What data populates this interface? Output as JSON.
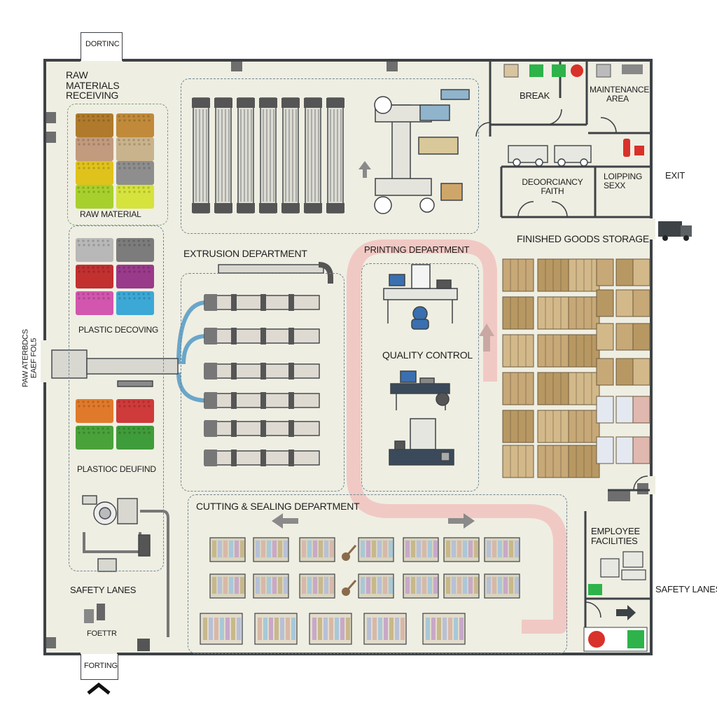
{
  "doors": {
    "top": "DORTINC",
    "bottom": "FORTING"
  },
  "exits": {
    "exit": "EXIT",
    "raw_side": "PAW ATERBDCS EAEF FOL5"
  },
  "zones": {
    "raw_receiving": "RAW MATERIALS RECEIVING",
    "raw_material": "RAW MATERIAL",
    "plastic_dec": "PLASTIC DECOVING",
    "plastic_bin": "PLASTIOC DEUFIND",
    "safety_left": "SAFETY LANES",
    "fire_exit": "FOETTR",
    "extrusion": "EXTRUSION DEPARTMENT",
    "printing": "PRINTING DEPARTMENT",
    "quality": "QUALITY CONTROL",
    "cutting": "CUTTING & SEALING DEPARTMENT",
    "break_room": "BREAK",
    "maintenance": "MAINTENANCE AREA",
    "dock": "DEOORCIANCY FAITH",
    "shipping": "LOIPPING SEXX",
    "finished": "FINISHED GOODS STORAGE",
    "employee": "EMPLOYEE FACILITIES",
    "safety_right": "SAFETY LANES"
  },
  "colors": {
    "floor": "#efeee2",
    "wall": "#3d4246",
    "flow_path": "#f1c9c4",
    "pipe": "#6aa6c9",
    "dashed": "#6f8796",
    "exit_green": "#2db34a",
    "fire_red": "#d8322a"
  },
  "material_swatches": {
    "raw": [
      "#b07a2c",
      "#c08a3a",
      "#c29a7e",
      "#c9b38c",
      "#e0c21c",
      "#8e8e8e",
      "#a8d02c",
      "#d6e33c"
    ],
    "plastic": [
      "#b8b8b8",
      "#7c7c7c",
      "#c23030",
      "#9a3a8a",
      "#d255ae",
      "#3ca8d6"
    ],
    "blend": [
      "#e07a2a",
      "#cf3a3a",
      "#4aa23a",
      "#3f9c3a"
    ]
  }
}
